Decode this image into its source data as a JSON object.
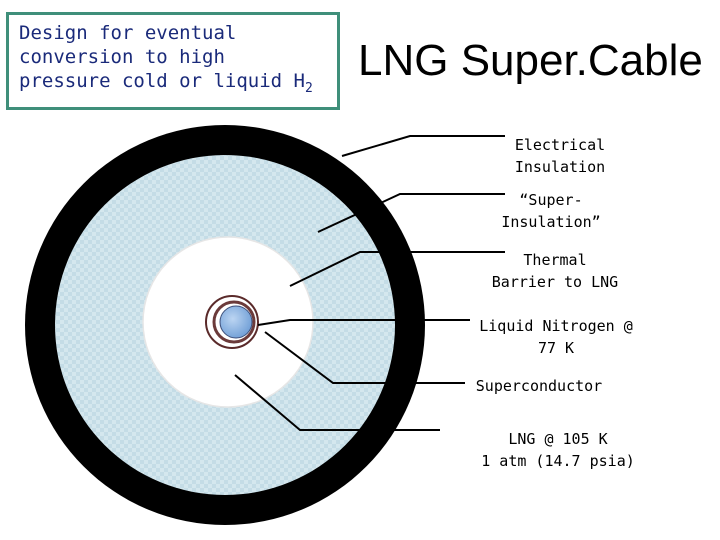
{
  "note": {
    "line1": "Design for eventual",
    "line2": "conversion to high",
    "line3": "pressure cold or liquid H",
    "line3_sub": "2"
  },
  "title": "LNG Super.Cable",
  "labels": {
    "electrical_insulation": [
      "Electrical",
      "Insulation"
    ],
    "super_insulation": [
      "“Super-",
      "Insulation”"
    ],
    "thermal_barrier": [
      "Thermal",
      "Barrier to LNG"
    ],
    "liquid_nitrogen": [
      "Liquid Nitrogen @",
      "77 K"
    ],
    "superconductor": [
      "Superconductor"
    ],
    "lng": [
      "LNG @ 105 K",
      "1 atm (14.7 psia)"
    ]
  },
  "colors": {
    "note_border": "#3f8f7a",
    "note_text": "#1a2a7a",
    "outer_jacket": "#000000",
    "lng_fill": "#d4e7ee",
    "core_fill": "#8fb6e3",
    "superconductor_ring": "#6b3a3a"
  }
}
